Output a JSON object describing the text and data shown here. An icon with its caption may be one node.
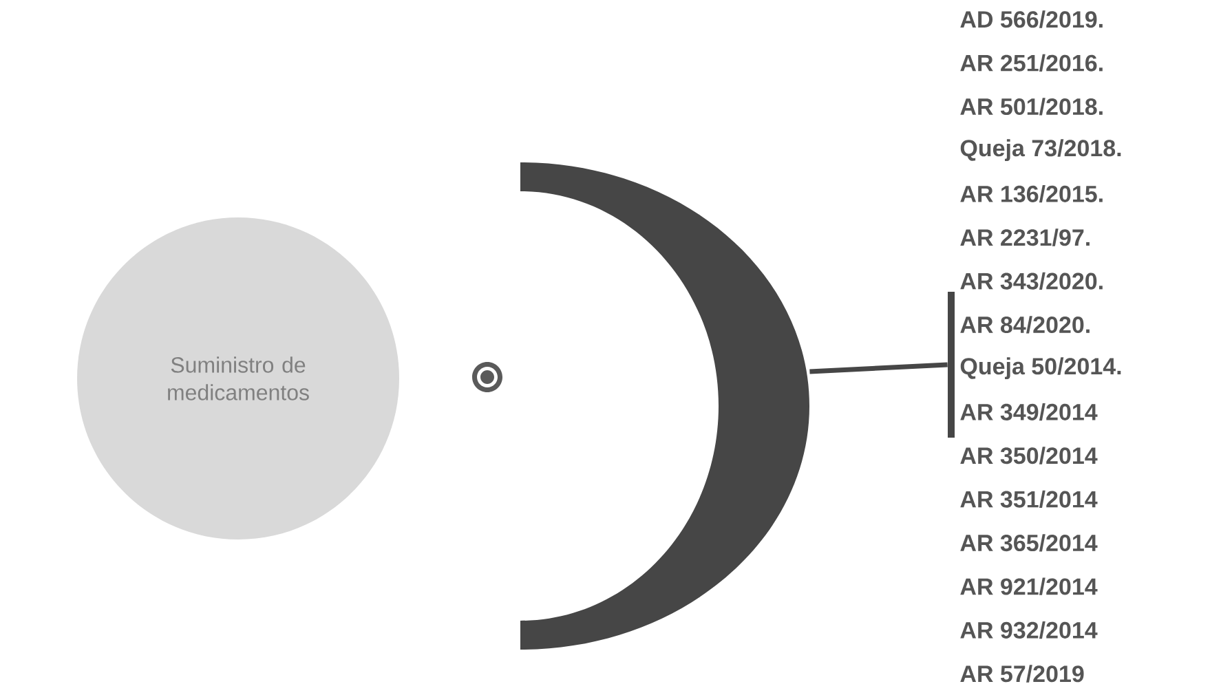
{
  "diagram": {
    "nodes": [
      {
        "text": [
          "Suministro de medicamentos"
        ]
      },
      {
        "text": [],
        "shape": "arc"
      },
      {
        "text": [],
        "shape": "bar"
      }
    ],
    "edges": [
      {
        "from": 1,
        "to": 2,
        "arrow": "none"
      }
    ],
    "labels": [
      "AD 566/2019.",
      "AR 251/2016.",
      "AR 501/2018.",
      "Queja 73/2018.",
      "AR 136/2015.",
      "AR 2231/97.",
      "AR 343/2020.",
      "AR 84/2020.",
      "Queja 50/2014.",
      "AR 349/2014",
      "AR 350/2014",
      "AR 351/2014",
      "AR 365/2014",
      "AR 921/2014",
      "AR 932/2014",
      "AR 57/2019"
    ]
  }
}
